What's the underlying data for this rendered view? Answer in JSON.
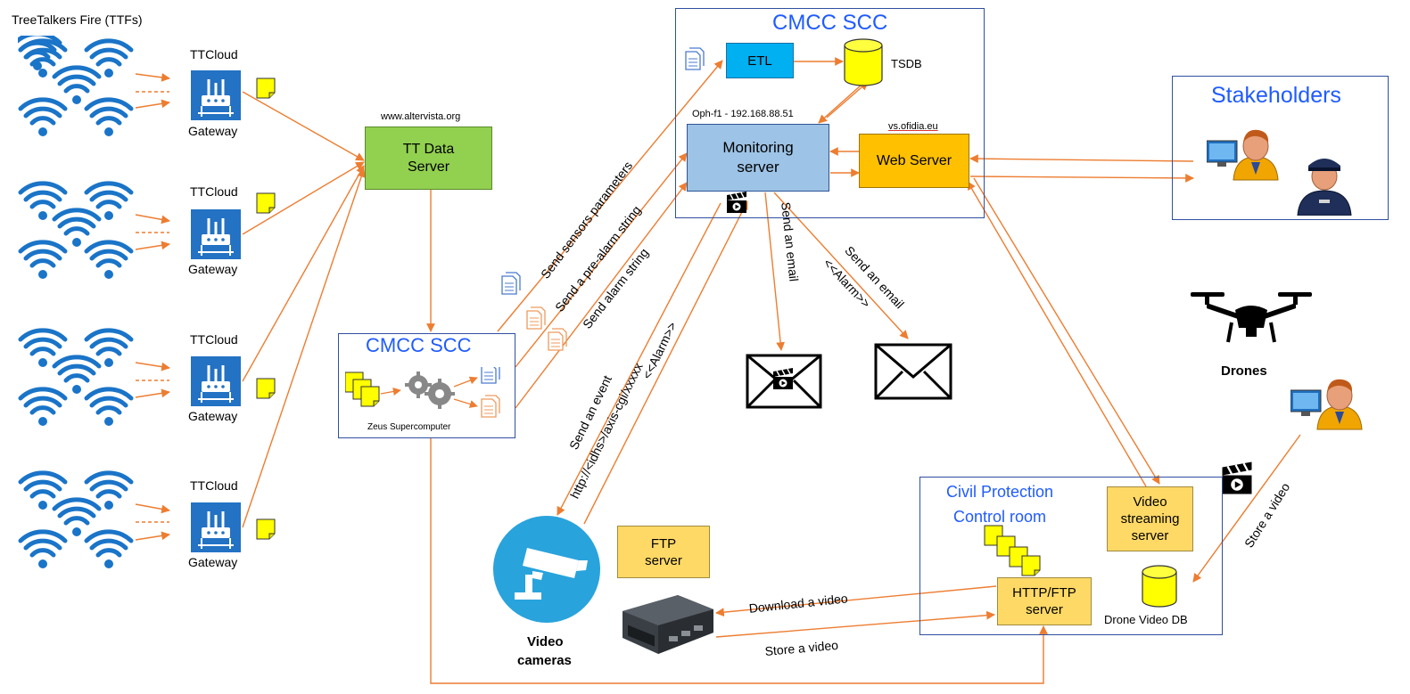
{
  "title": "TreeTalkers Fire (TTFs)",
  "ttcloud_groups": [
    {
      "cloud_label": "TTCloud",
      "gateway_label": "Gateway"
    },
    {
      "cloud_label": "TTCloud",
      "gateway_label": "Gateway"
    },
    {
      "cloud_label": "TTCloud",
      "gateway_label": "Gateway"
    },
    {
      "cloud_label": "TTCloud",
      "gateway_label": "Gateway"
    }
  ],
  "tt_data_server": {
    "url": "www.altervista.org",
    "label_line1": "TT Data",
    "label_line2": "Server"
  },
  "zeus": {
    "title": "CMCC SCC",
    "caption": "Zeus Supercomputer"
  },
  "cmcc_main": {
    "title": "CMCC SCC",
    "etl": "ETL",
    "tsdb": "TSDB",
    "monitoring_ip": "Oph-f1 - 192.168.88.51",
    "monitoring_line1": "Monitoring",
    "monitoring_line2": "server",
    "web_host": "vs.ofidia.eu",
    "web_server": "Web Server"
  },
  "stakeholders": "Stakeholders",
  "drones": "Drones",
  "edges": {
    "send_sensors": "Send sensors parameters",
    "send_prealarm": "Send a pre-alarm string",
    "send_alarm": "Send alarm string",
    "send_event": "Send an event",
    "event_url": "http://<idhs>/axis-cgi/xxxxx",
    "alarm_tag": "<<Alarm>>",
    "send_email_1": "Send an email",
    "send_email_2": "Send an email",
    "email_alarm_tag": "<<Alarm>>",
    "download_video": "Download a video",
    "store_video": "Store a video",
    "store_video_drone": "Store a video"
  },
  "video_cameras": {
    "line1": "Video",
    "line2": "cameras"
  },
  "ftp_server": {
    "line1": "FTP",
    "line2": "server"
  },
  "civil": {
    "title_line1": "Civil Protection",
    "title_line2": "Control room",
    "video_stream_l1": "Video",
    "video_stream_l2": "streaming",
    "video_stream_l3": "server",
    "http_ftp_l1": "HTTP/FTP",
    "http_ftp_l2": "server",
    "drone_db": "Drone Video DB"
  },
  "colors": {
    "arrow": "#ed7d31",
    "frame": "#2f4fa0",
    "title_blue": "#1f5bff",
    "green_box": "#92d050",
    "etl_blue": "#00b0f0",
    "monitoring_blue": "#9dc3e6",
    "web_orange": "#ffc000",
    "light_orange": "#ffd966",
    "yellow": "#ffff00",
    "wifi_blue": "#1a74c8",
    "gateway_blue": "#2372c4",
    "camera_blue": "#29a3dc"
  }
}
